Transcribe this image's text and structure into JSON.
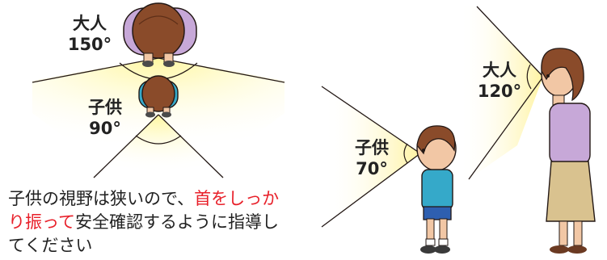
{
  "top_view": {
    "adult": {
      "label": "大人",
      "angle": "150°"
    },
    "child": {
      "label": "子供",
      "angle": "90°"
    }
  },
  "side_view": {
    "child": {
      "label": "子供",
      "angle": "70°"
    },
    "adult": {
      "label": "大人",
      "angle": "120°"
    }
  },
  "caption": {
    "part1": "子供の視野は狭いので、",
    "highlight": "首をしっかり振って",
    "part2": "安全確認するように指導してください"
  },
  "colors": {
    "cone_fill": "#fdf4b8",
    "cone_edge": "#231815",
    "highlight_text": "#e8202a",
    "adult_shirt": "#c7a8d8",
    "adult_skirt": "#d9c28f",
    "child_shirt": "#35a9c9",
    "hair": "#8a4b2a"
  }
}
